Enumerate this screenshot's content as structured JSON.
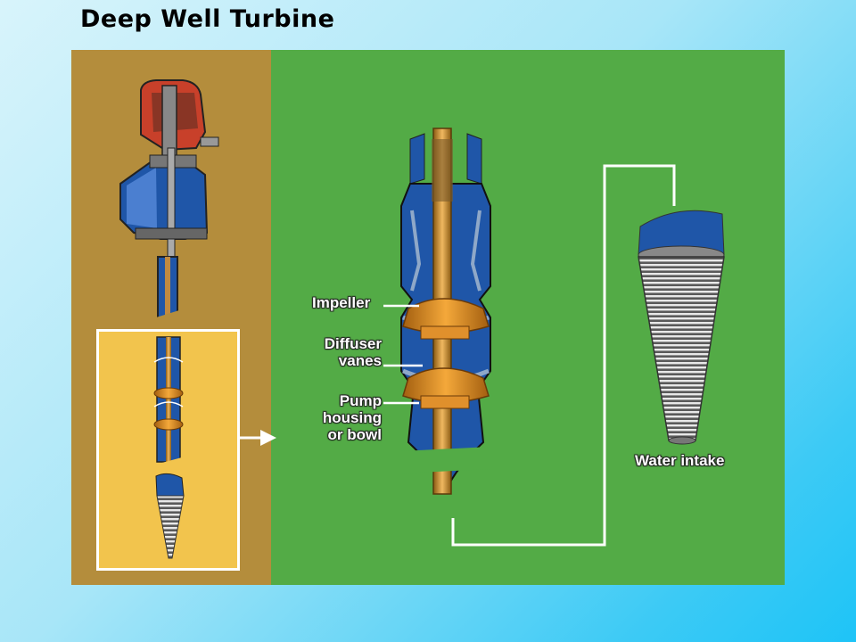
{
  "title": "Deep Well Turbine",
  "labels": {
    "impeller": "Impeller",
    "diffuser_line1": "Diffuser",
    "diffuser_line2": "vanes",
    "pump_line1": "Pump",
    "pump_line2": "housing",
    "pump_line3": "or bowl",
    "water_intake": "Water intake"
  },
  "colors": {
    "left_panel": "#b48d3c",
    "right_panel": "#53ab46",
    "highlight": "#f2c44d",
    "pump_blue": "#1f56a8",
    "bronze": "#d98a1e",
    "motor_red": "#c8402a"
  }
}
